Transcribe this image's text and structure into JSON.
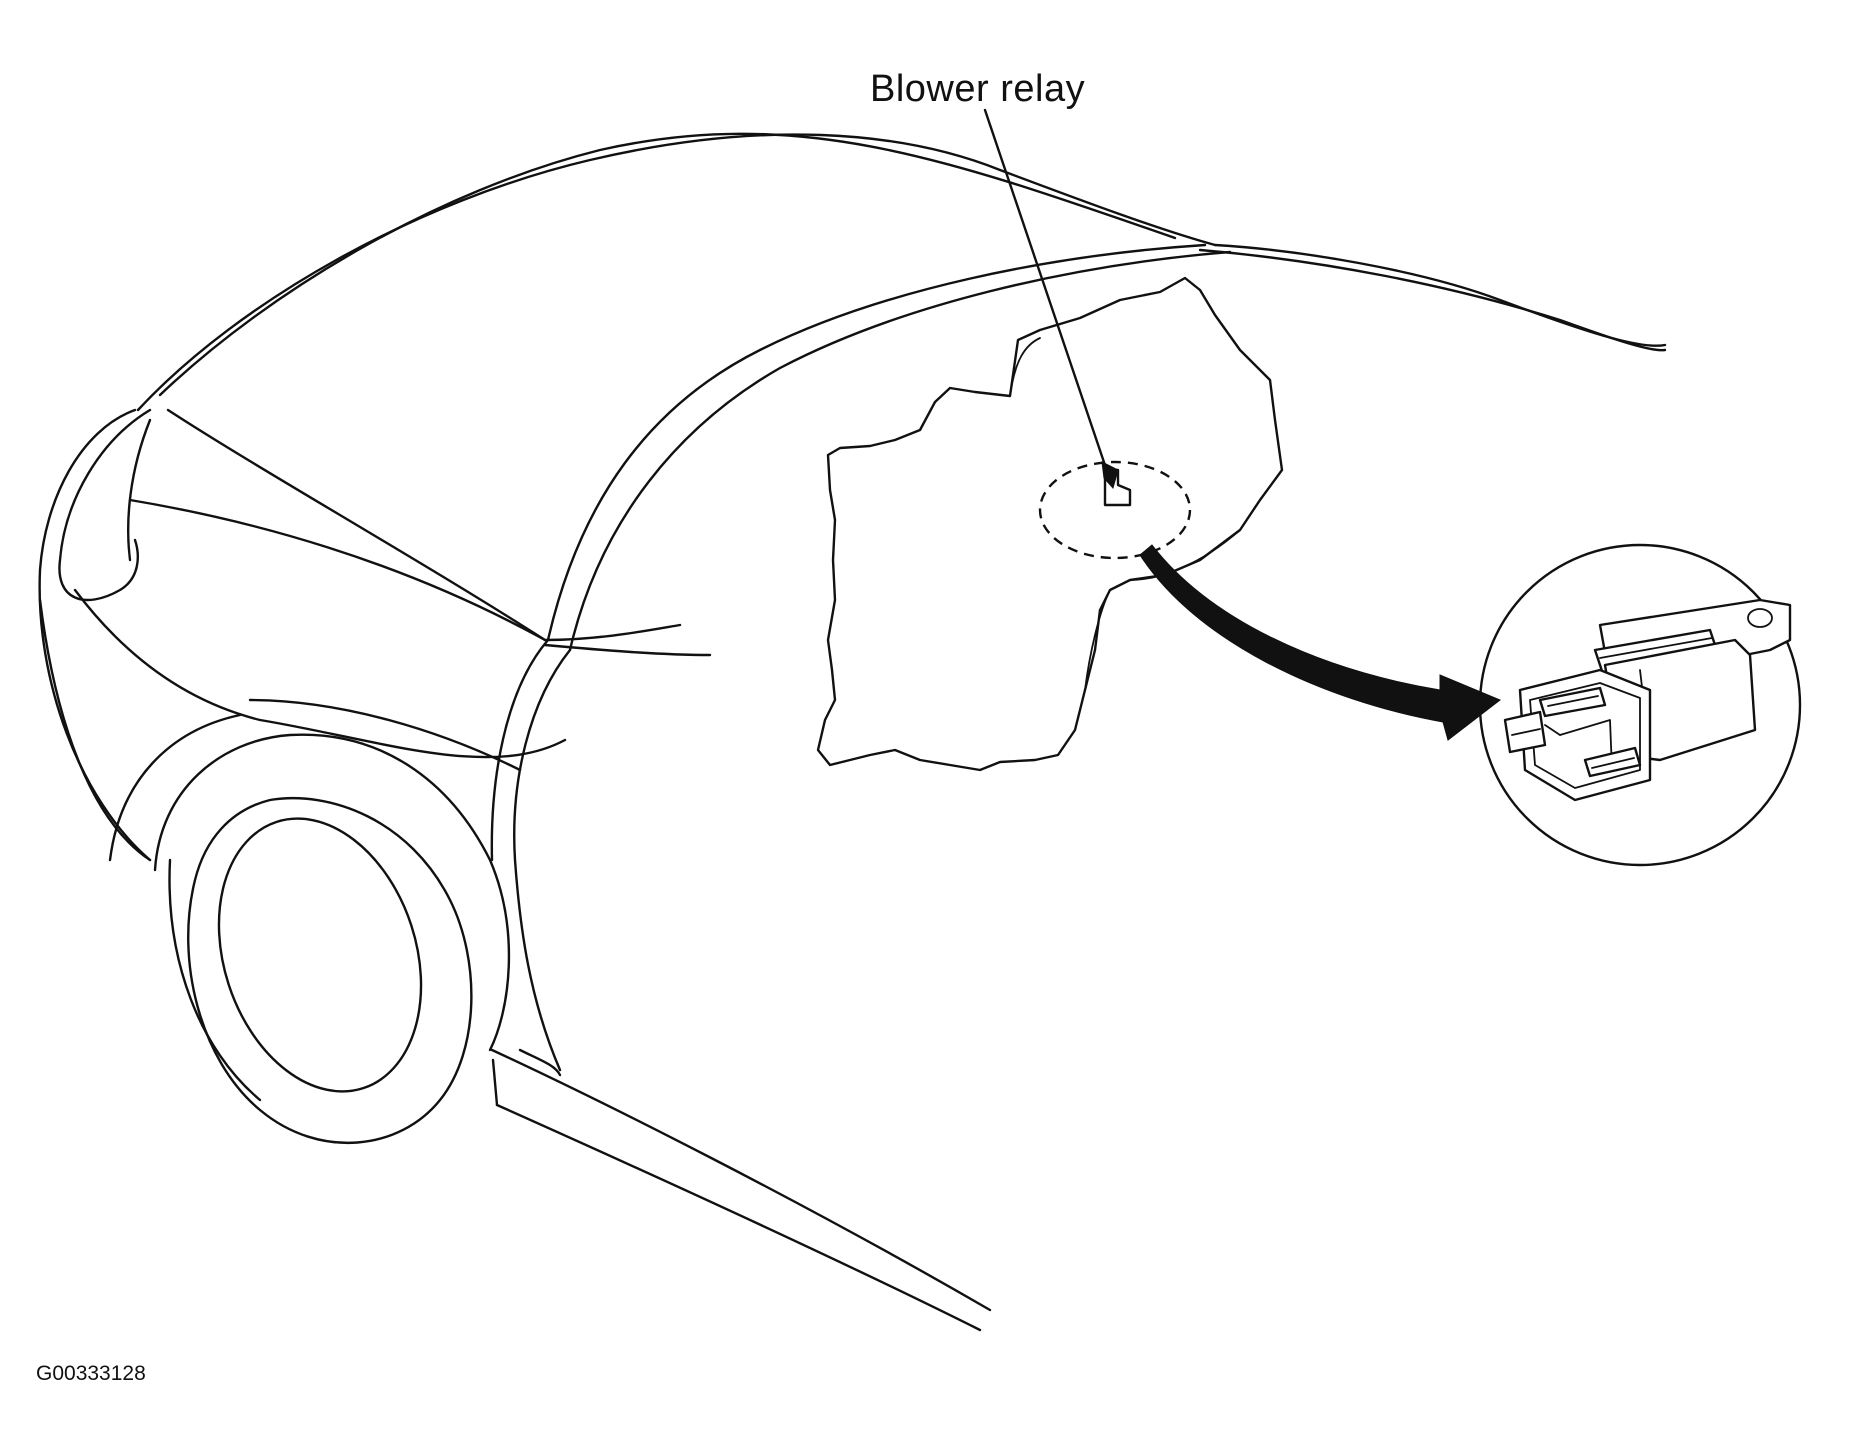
{
  "diagram": {
    "callout": {
      "label": "Blower relay"
    },
    "figure_id": "G00333128",
    "colors": {
      "ink": "#111111",
      "paper": "#ffffff"
    },
    "parts": {
      "vehicle": "car-body-outline",
      "dashboard": "dashboard-cutaway",
      "relay_location": "dashed-circle",
      "pointer": "curved-arrow",
      "detail": "relay-magnified-view"
    }
  }
}
